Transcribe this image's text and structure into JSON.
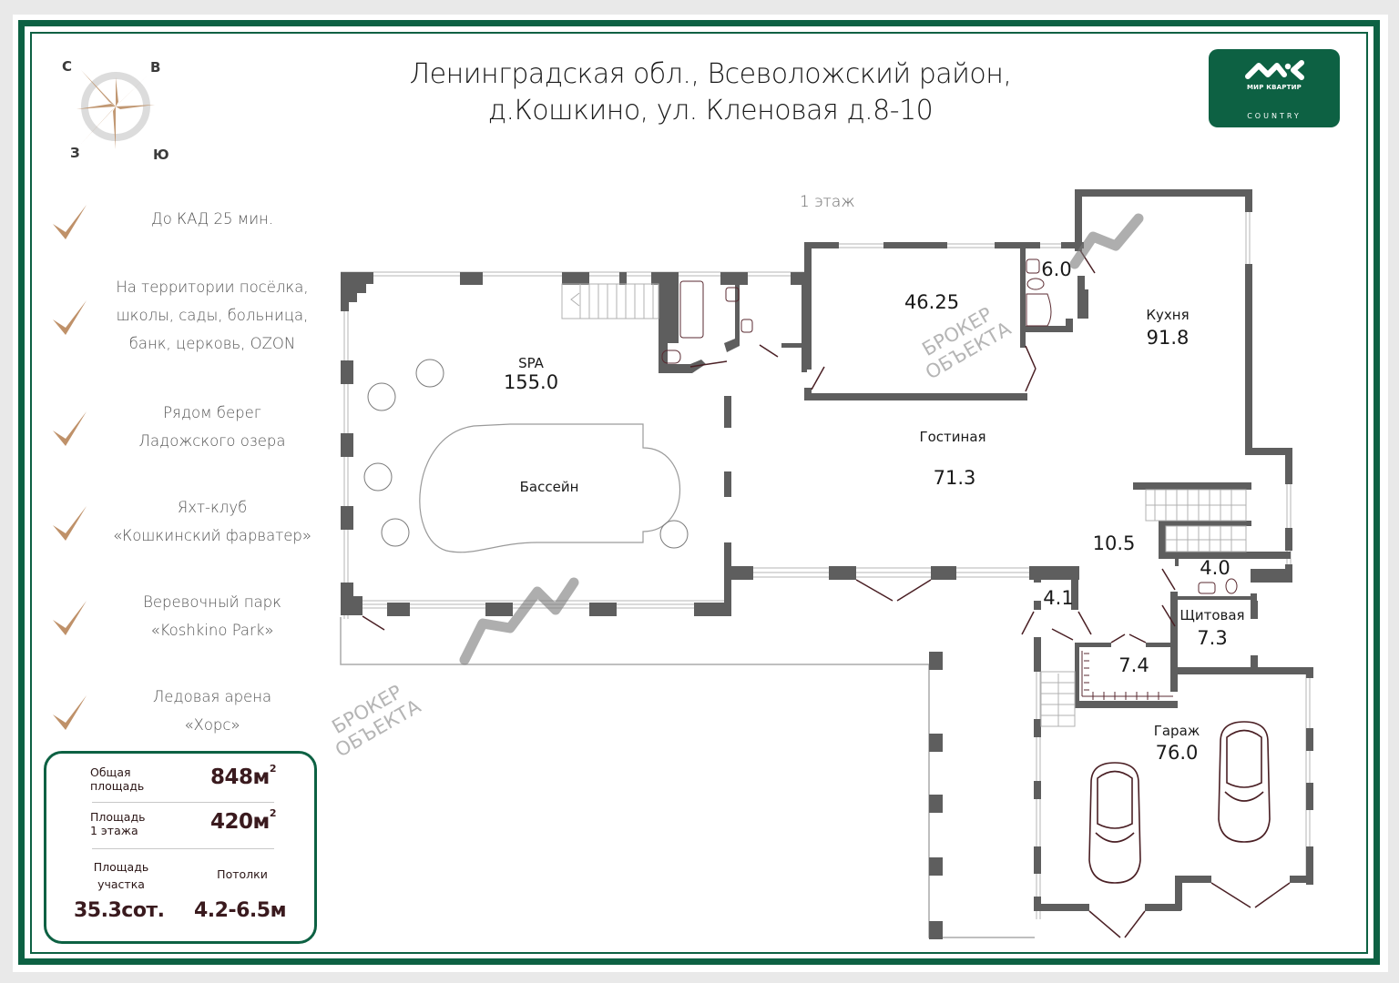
{
  "header": {
    "address_line1": "Ленинградская обл., Всеволожский район,",
    "address_line2": "д.Кошкино,  ул. Кленовая д.8-10",
    "floor_label": "1 этаж"
  },
  "compass": {
    "north": "С",
    "east": "В",
    "west": "З",
    "south": "Ю"
  },
  "logo": {
    "brand": "МИР КВАРТИР",
    "sub": "COUNTRY",
    "bg_color": "#0d6143"
  },
  "features": [
    {
      "lines": [
        "До КАД 25 мин."
      ]
    },
    {
      "lines": [
        "На территории посёлка,",
        "школы, сады, больница,",
        "банк, церковь, OZON"
      ]
    },
    {
      "lines": [
        "Рядом  берег",
        "Ладожского озера"
      ]
    },
    {
      "lines": [
        "Яхт-клуб",
        "«Кошкинский фарватер»"
      ]
    },
    {
      "lines": [
        "Веревочный парк",
        "«Koshkino Park»"
      ]
    },
    {
      "lines": [
        "Ледовая арена",
        "«Хорс»"
      ]
    }
  ],
  "stats": {
    "total_area_label_1": "Общая",
    "total_area_label_2": "площадь",
    "total_area_value": "848м",
    "floor1_area_label_1": "Площадь",
    "floor1_area_label_2": "1 этажа",
    "floor1_area_value": "420м",
    "sq_unit_sup": "2",
    "plot_label_1": "Площадь",
    "plot_label_2": "участка",
    "plot_value": "35.3сот.",
    "ceiling_label": "Потолки",
    "ceiling_value": "4.2-6.5м"
  },
  "rooms": {
    "spa": {
      "name": "SPA",
      "area": "155.0"
    },
    "pool": {
      "name": "Бассейн"
    },
    "room_46": {
      "area": "46.25"
    },
    "bath_6": {
      "area": "6.0"
    },
    "kitchen": {
      "name": "Кухня",
      "area": "91.8"
    },
    "living": {
      "name": "Гостиная",
      "area": "71.3"
    },
    "hall": {
      "area": "10.5"
    },
    "wc_4": {
      "area": "4.0"
    },
    "vestibule": {
      "area": "4.1"
    },
    "electrical": {
      "name": "Щитовая",
      "area": "7.3"
    },
    "wardrobe": {
      "area": "7.4"
    },
    "garage": {
      "name": "Гараж",
      "area": "76.0"
    }
  },
  "watermarks": {
    "line1": "БРОКЕР",
    "line2": "ОБЪЕКТА"
  },
  "colors": {
    "frame_green": "#0d6143",
    "accent_tan": "#b98a63",
    "wall_grey": "#5d5d5d",
    "text_dark": "#3a1a1e"
  }
}
